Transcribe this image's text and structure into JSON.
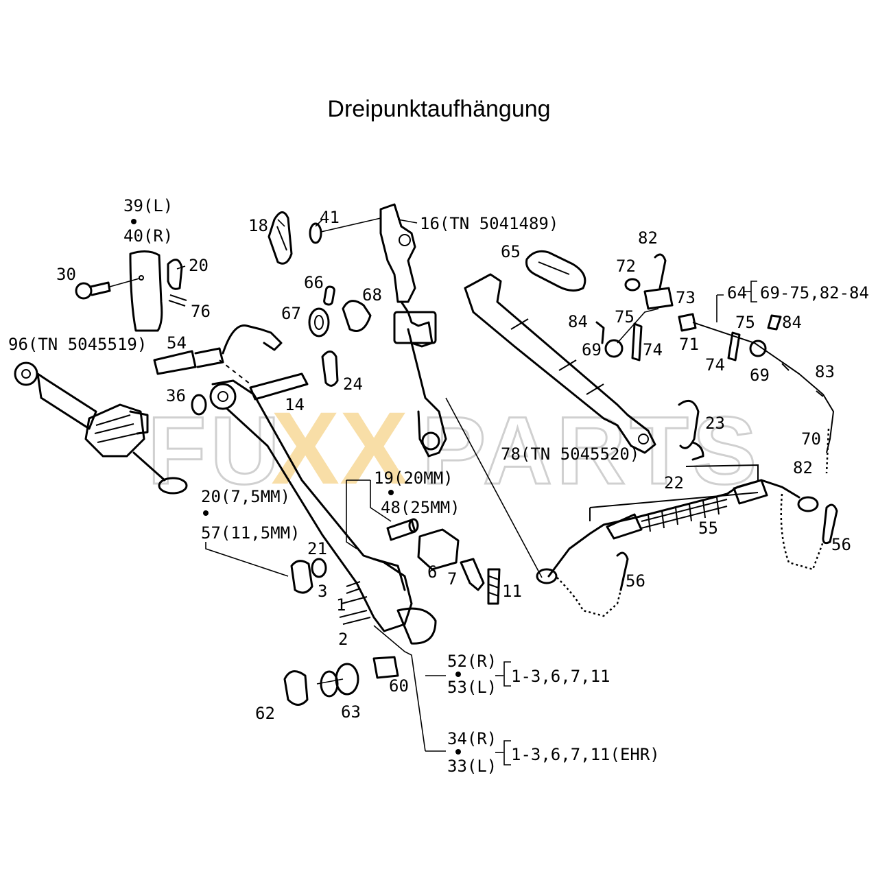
{
  "title": "Dreipunktaufhängung",
  "watermark": {
    "left": "FU",
    "xx": "XX",
    "right": "PARTS",
    "fill_color": "#f6d48a",
    "outline_color": "#d0d0d0"
  },
  "labels": {
    "l39": "39(L)",
    "l40": "40(R)",
    "l30": "30",
    "l20": "20",
    "l76": "76",
    "l18": "18",
    "l41": "41",
    "l16": "16(TN 5041489)",
    "l65": "65",
    "l82a": "82",
    "l72": "72",
    "l73": "73",
    "l64": "64",
    "l64r": "69-75,82-84",
    "l66": "66",
    "l68": "68",
    "l67": "67",
    "l84a": "84",
    "l75a": "75",
    "l69a": "69",
    "l74a": "74",
    "l71": "71",
    "l75b": "75",
    "l84b": "84",
    "l74b": "74",
    "l69b": "69",
    "l83": "83",
    "l96": "96(TN 5045519)",
    "l54": "54",
    "l24": "24",
    "l36": "36",
    "l14": "14",
    "l23": "23",
    "l70": "70",
    "l82b": "82",
    "l78": "78(TN 5045520)",
    "l22": "22",
    "l19": "19(20MM)",
    "l48": "48(25MM)",
    "l20b": "20(7,5MM)",
    "l57": "57(11,5MM)",
    "l55": "55",
    "l56a": "56",
    "l56b": "56",
    "l21": "21",
    "l6": "6",
    "l7": "7",
    "l11": "11",
    "l3": "3",
    "l1": "1",
    "l2": "2",
    "l52": "52(R)",
    "l53": "53(L)",
    "l52r": "1-3,6,7,11",
    "l60": "60",
    "l62": "62",
    "l63": "63",
    "l34": "34(R)",
    "l33": "33(L)",
    "l34r": "1-3,6,7,11(EHR)"
  }
}
